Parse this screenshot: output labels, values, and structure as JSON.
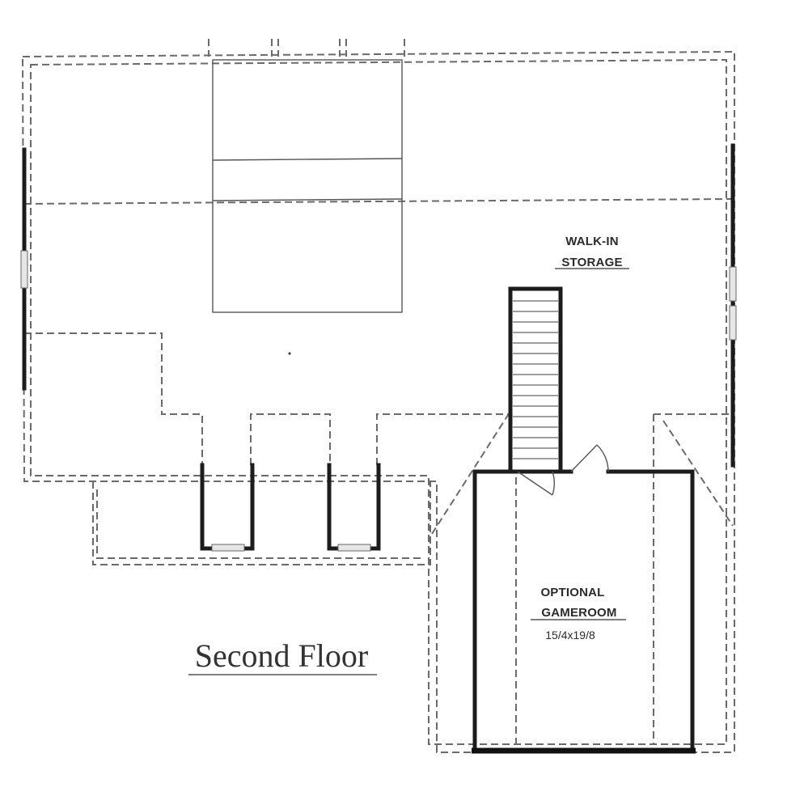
{
  "plan": {
    "title": "Second Floor",
    "rooms": {
      "storage": {
        "line1": "WALK-IN",
        "line2": "STORAGE"
      },
      "gameroom": {
        "line1": "OPTIONAL",
        "line2": "GAMEROOM",
        "dimensions": "15/4x19/8"
      }
    }
  }
}
